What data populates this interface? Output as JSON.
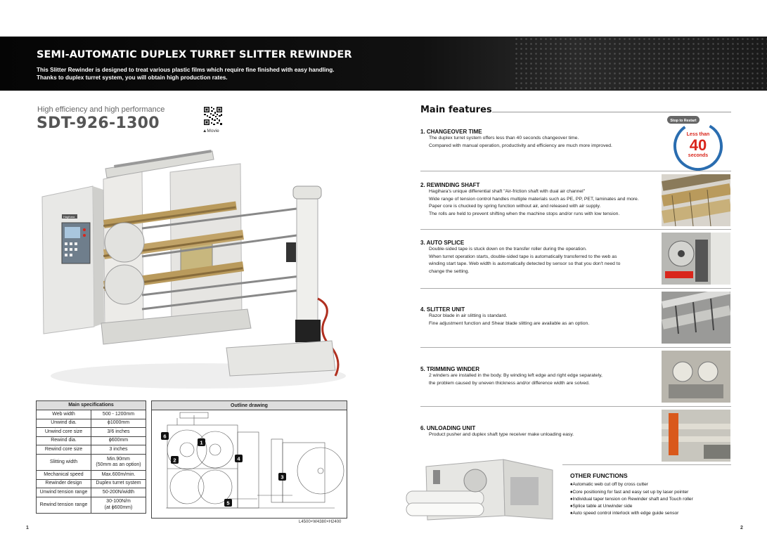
{
  "header": {
    "title": "SEMI-AUTOMATIC DUPLEX TURRET SLITTER REWINDER",
    "sub1": "This Slitter Rewinder is designed to treat various plastic films which require fine finished with easy handling.",
    "sub2": "Thanks to duplex turret system, you will obtain high production rates."
  },
  "left": {
    "tagline": "High efficiency and high performance",
    "model": "SDT-926-1300",
    "movie_label": "▲Movie",
    "machine_panel_label": "Hagihara"
  },
  "specs": {
    "title": "Main specifications",
    "rows": [
      {
        "label": "Web width",
        "value": "500 - 1200mm"
      },
      {
        "label": "Unwind dia.",
        "value": "ϕ1000mm"
      },
      {
        "label": "Unwind core size",
        "value": "3/6 inches"
      },
      {
        "label": "Rewind dia.",
        "value": "ϕ600mm"
      },
      {
        "label": "Rewind core size",
        "value": "3 inches"
      },
      {
        "label": "Slitting width",
        "value": "Min.90mm",
        "value2": "(50mm as an option)"
      },
      {
        "label": "Mechanical speed",
        "value": "Max.600m/min."
      },
      {
        "label": "Rewinder design",
        "value": "Duplex turret system"
      },
      {
        "label": "Unwind tension range",
        "value": "50-200N/width"
      },
      {
        "label": "Rewind tension range",
        "value": "30-100N/m",
        "value2": "(at ϕ600mm)"
      }
    ]
  },
  "outline": {
    "title": "Outline drawing",
    "dimensions": "L4500×W4380×H2400",
    "markers": [
      "1",
      "2",
      "3",
      "4",
      "5",
      "6"
    ]
  },
  "page_numbers": {
    "left": "1",
    "right": "2"
  },
  "main_features": {
    "title": "Main features",
    "badge": {
      "top": "Stop to Restart",
      "less": "Less than",
      "number": "40",
      "unit": "seconds"
    },
    "items": [
      {
        "title": "1. CHANGEOVER TIME",
        "lines": [
          "The duplex turret system offers less than 40 seconds changeover time.",
          "Compared with manual operation, productivity and efficiency are much more improved."
        ]
      },
      {
        "title": "2. REWINDING SHAFT",
        "lines": [
          "Hagihara's unique differential shaft \"Air-friction shaft with dual air channel\"",
          "Wide range of tension control handles multiple materials such as PE, PP, PET, laminates and more.",
          "Paper core is chucked by spring function without air, and released with air supply.",
          "The rolls are held to prevent shifting when the machine stops and/or runs with low tension."
        ]
      },
      {
        "title": "3. AUTO SPLICE",
        "lines": [
          "Double-sided tape is stuck down on the transfer roller during the operation.",
          "When turret operation starts, double-sided tape is automatically transferred to the web as",
          "winding start tape. Web width is automatically detected by sensor so that you don't need to",
          "change the setting."
        ]
      },
      {
        "title": "4. SLITTER UNIT",
        "lines": [
          "Razor blade in air slitting is standard.",
          "Fine adjustment function and Shear  blade slitting are available as an option."
        ]
      },
      {
        "title": "5. TRIMMING WINDER",
        "lines": [
          "2 winders are installed in the body. By winding left edge and right edge separately,",
          "the problem caused by uneven thickness and/or difference width are solved."
        ]
      },
      {
        "title": "6. UNLOADING UNIT",
        "lines": [
          "Product pusher and duplex shaft type receiver make unloading easy."
        ]
      }
    ]
  },
  "other_functions": {
    "title": "OTHER FUNCTIONS",
    "items": [
      "♦Automatic web cut off by cross cutter",
      "♦Core positioning for fast and easy set up by laser pointer",
      "♦Individual taper tension on Rewinder shaft and Touch roller",
      "♦Splice table at Unwinder side",
      "♦Auto speed control interlock with edge guide sensor"
    ]
  },
  "colors": {
    "header_bg": "#0a0a0a",
    "badge_red": "#d9261c",
    "badge_blue": "#2a6db0",
    "machine_white": "#e9e9e6",
    "gold": "#b99a5c"
  }
}
